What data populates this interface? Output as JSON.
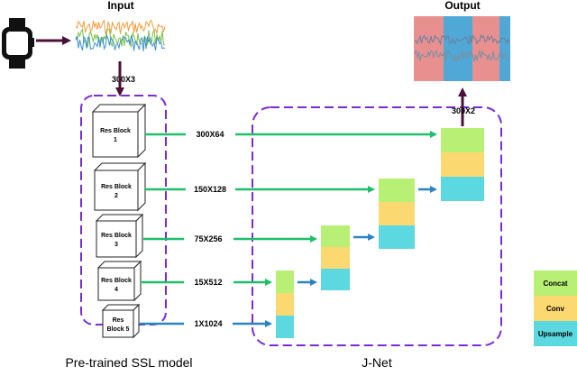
{
  "labels": {
    "input": "Input",
    "output": "Output",
    "input_shape": "300X3",
    "output_shape": "300X2",
    "ssl_caption": "Pre-trained SSL model",
    "jnet_caption": "J-Net"
  },
  "res_blocks": [
    {
      "line1": "Res Block",
      "line2": "1"
    },
    {
      "line1": "Res Block",
      "line2": "2"
    },
    {
      "line1": "Res Block",
      "line2": "3"
    },
    {
      "line1": "Res Block",
      "line2": "4"
    },
    {
      "line1": "Res",
      "line2": "Block 5"
    }
  ],
  "skip_shapes": [
    "300X64",
    "150X128",
    "75X256",
    "15X512",
    "1X1024"
  ],
  "legend": [
    {
      "label": "Concat",
      "color": "#b7f075"
    },
    {
      "label": "Conv",
      "color": "#fbd870"
    },
    {
      "label": "Upsample",
      "color": "#5cd8e0"
    }
  ],
  "colors": {
    "dash_border": "#7a2bd6",
    "skip_arrow": "#1fbf6a",
    "upsample_arrow": "#2a84c4",
    "dark_arrow": "#4a1238",
    "output_red": "#e8908f",
    "output_blue": "#4fa8d6"
  },
  "icons": {
    "watch": "smartwatch-icon"
  }
}
